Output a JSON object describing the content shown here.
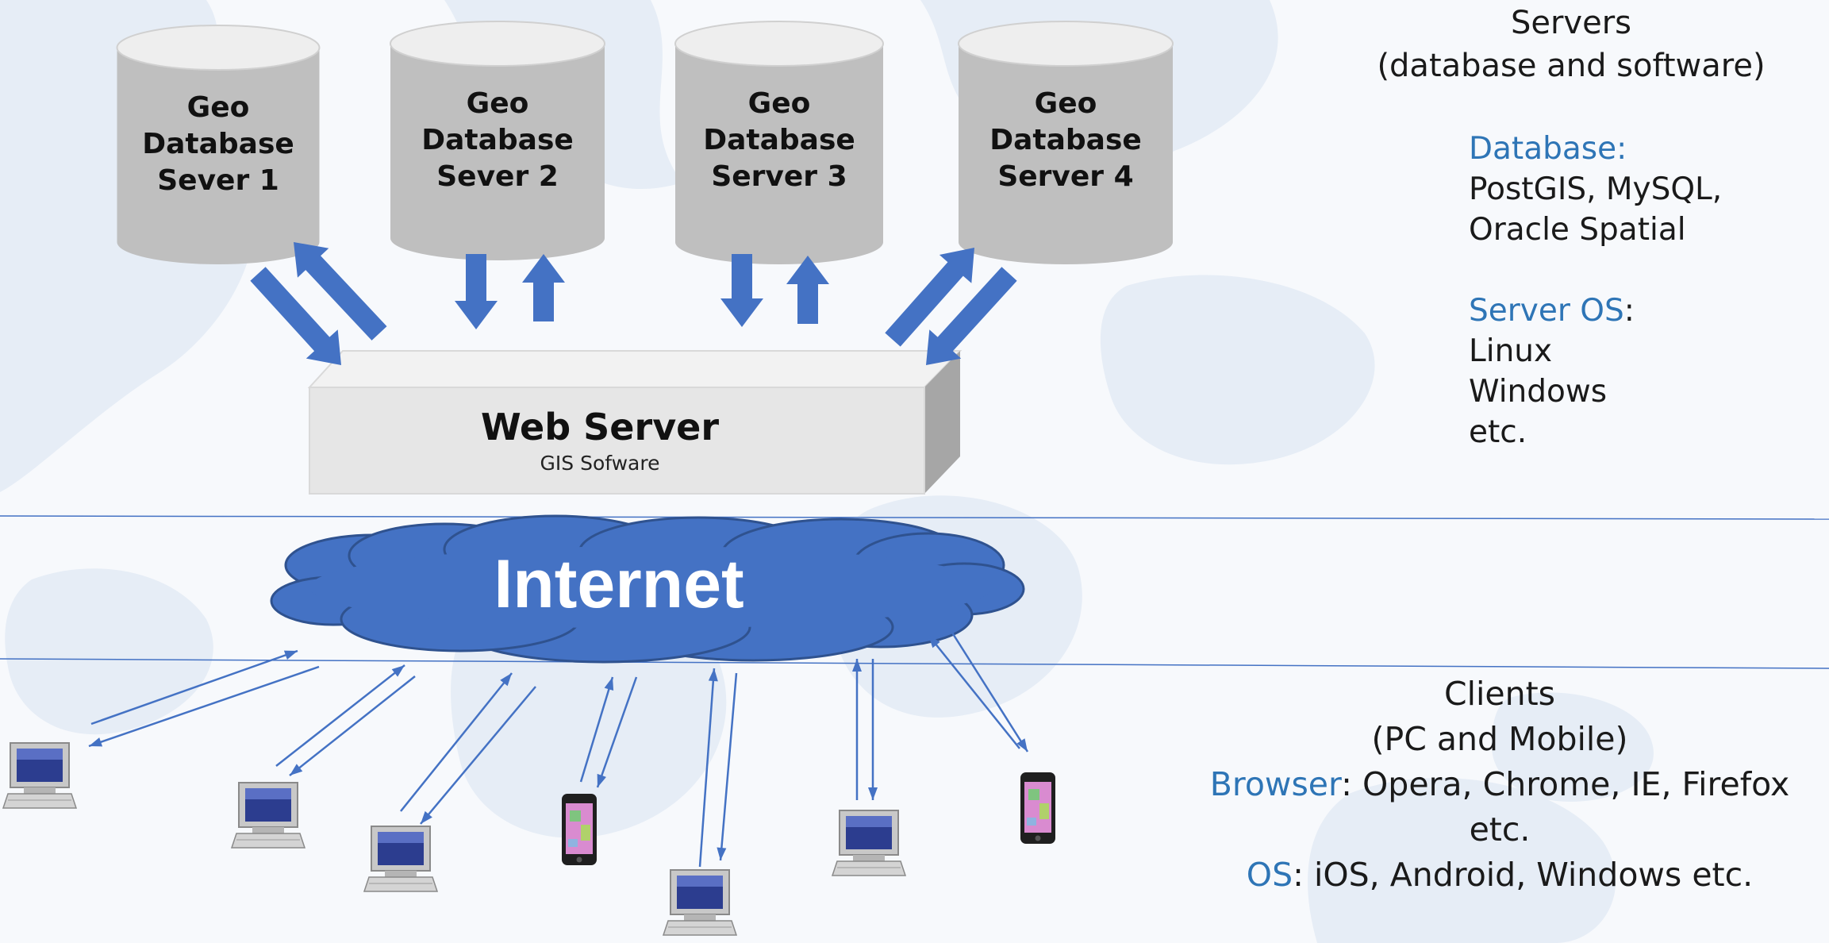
{
  "servers": [
    {
      "label": [
        "Geo",
        "Database",
        "Sever 1"
      ]
    },
    {
      "label": [
        "Geo",
        "Database",
        "Sever 2"
      ]
    },
    {
      "label": [
        "Geo",
        "Database",
        "Server 3"
      ]
    },
    {
      "label": [
        "Geo",
        "Database",
        "Server 4"
      ]
    }
  ],
  "web_server": {
    "title": "Web Server",
    "subtitle": "GIS Sofware"
  },
  "internet": {
    "label": "Internet"
  },
  "servers_panel": {
    "title": "Servers",
    "subtitle": "(database and software)",
    "database_heading": "Database:",
    "database_list": [
      "PostGIS, MySQL,",
      "Oracle Spatial"
    ],
    "os_heading": "Server OS",
    "os_colon": ":",
    "os_list": [
      "Linux",
      "Windows",
      "etc."
    ]
  },
  "clients_panel": {
    "title": "Clients",
    "subtitle": "(PC and Mobile)",
    "browser_heading": "Browser",
    "browser_list": ": Opera, Chrome, IE, Firefox",
    "browser_etc": "etc.",
    "os_heading": "OS",
    "os_list": ": iOS, Android, Windows etc."
  },
  "clients": [
    {
      "type": "pc"
    },
    {
      "type": "pc"
    },
    {
      "type": "pc"
    },
    {
      "type": "phone"
    },
    {
      "type": "pc"
    },
    {
      "type": "pc"
    },
    {
      "type": "phone"
    }
  ],
  "colors": {
    "accent_blue": "#4472c4",
    "label_blue": "#2e75b6",
    "cylinder_gray": "#bfbfbf",
    "box_gray": "#e6e6e6"
  }
}
